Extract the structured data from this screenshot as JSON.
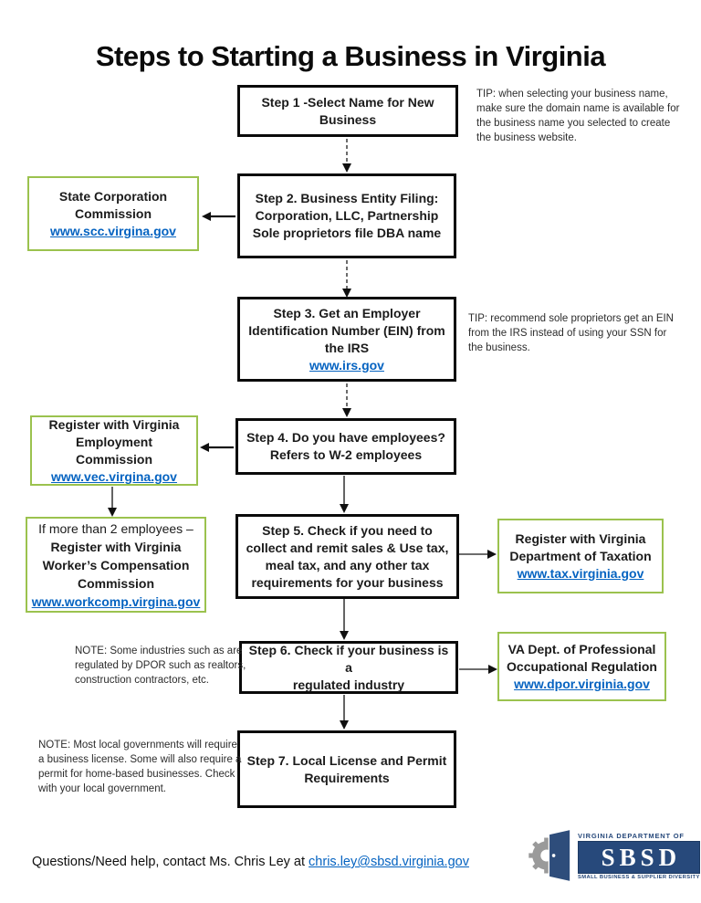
{
  "title": "Steps to Starting a Business in Virginia",
  "steps": [
    {
      "lines": [
        "Step 1 -Select Name for New",
        "Business"
      ]
    },
    {
      "lines": [
        "Step 2. Business Entity Filing:",
        "Corporation, LLC, Partnership",
        "Sole proprietors file DBA name"
      ]
    },
    {
      "lines": [
        "Step 3. Get an Employer",
        "Identification Number (EIN) from",
        "the IRS"
      ],
      "link": "www.irs.gov"
    },
    {
      "lines": [
        "Step 4. Do you have employees?",
        "Refers to W-2 employees"
      ]
    },
    {
      "lines": [
        "Step 5. Check if you need to",
        "collect and remit sales & Use tax,",
        "meal tax, and any other tax",
        "requirements for your business"
      ]
    },
    {
      "lines": [
        "Step 6. Check if your business is a",
        "regulated industry"
      ]
    },
    {
      "lines": [
        "Step 7. Local License and Permit",
        "Requirements"
      ]
    }
  ],
  "agencies": {
    "scc": {
      "lines": [
        "State Corporation",
        "Commission"
      ],
      "link": "www.scc.virgina.gov"
    },
    "vec": {
      "lines": [
        "Register with Virginia",
        "Employment Commission"
      ],
      "link": "www.vec.virgina.gov"
    },
    "workcomp": {
      "intro": "If more than 2 employees –",
      "lines": [
        "Register with Virginia",
        "Worker’s Compensation",
        "Commission"
      ],
      "link": "www.workcomp.virgina.gov"
    },
    "tax": {
      "lines": [
        "Register with Virginia",
        "Department of Taxation"
      ],
      "link": "www.tax.virginia.gov"
    },
    "dpor": {
      "lines": [
        "VA Dept. of Professional",
        "Occupational Regulation"
      ],
      "link": "www.dpor.virginia.gov"
    }
  },
  "annotations": {
    "tip1": {
      "lines": [
        "TIP:  when selecting your business name,",
        "make sure the domain name is available for",
        "the business name you selected to create",
        "the business website."
      ]
    },
    "tip2": {
      "lines": [
        "TIP:  recommend sole proprietors get an EIN",
        "from the IRS instead of using your SSN for",
        "the business."
      ]
    },
    "note1": {
      "lines": [
        "NOTE:  Some industries such as are",
        "regulated by DPOR such as realtors,",
        "construction contractors, etc."
      ]
    },
    "note2": {
      "lines": [
        "NOTE:  Most local governments will require",
        "a business license.  Some will also require a",
        "permit for home-based businesses.  Check",
        "with your local government."
      ]
    }
  },
  "footer": {
    "text": "Questions/Need help, contact Ms. Chris Ley at ",
    "email": "chris.ley@sbsd.virginia.gov"
  },
  "logo": {
    "department": "VIRGINIA DEPARTMENT OF",
    "acronym": "SBSD",
    "tagline": "SMALL BUSINESS & SUPPLIER DIVERSITY"
  },
  "colors": {
    "step_border": "#0a0a0a",
    "agency_border": "#9bc24e",
    "link": "#0563c1",
    "logo_navy": "#27497b"
  }
}
